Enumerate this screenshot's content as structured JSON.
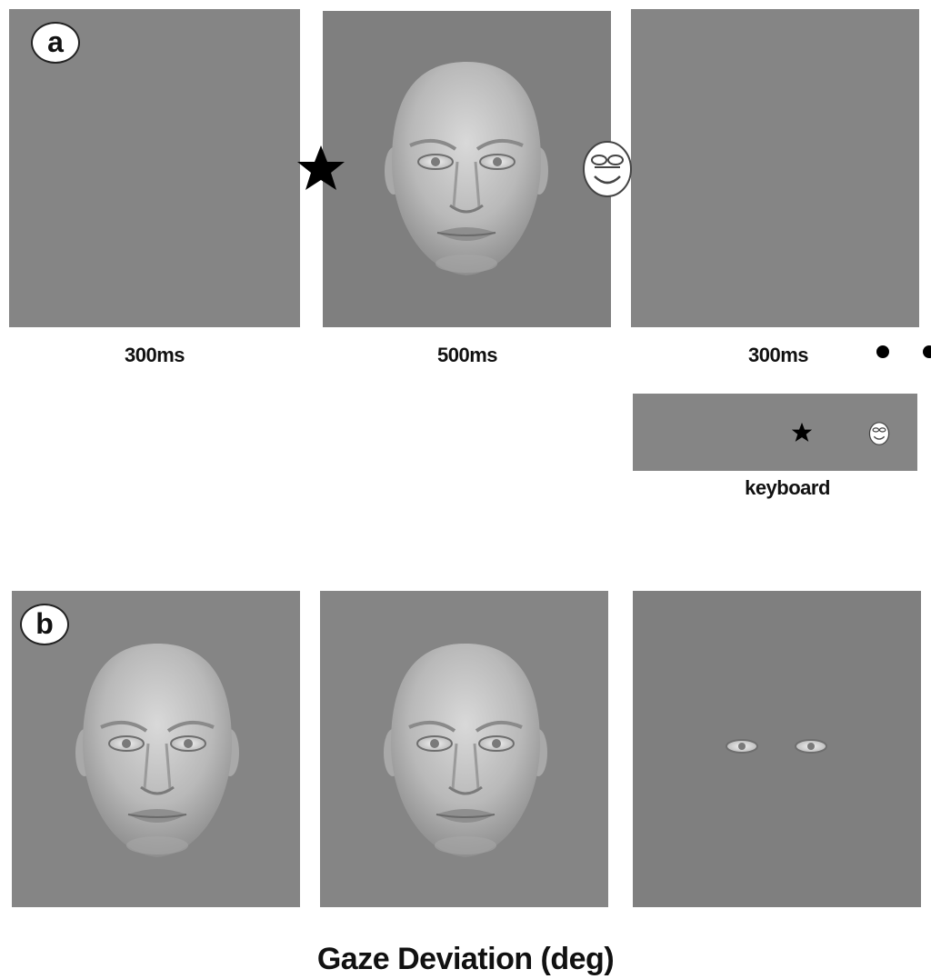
{
  "panel_a": {
    "badge": "a",
    "durations": [
      "300ms",
      "500ms",
      "300ms"
    ],
    "response_label": "keyboard"
  },
  "panel_b": {
    "badge": "b",
    "axis_title": "Gaze Deviation (deg)"
  },
  "icons": {
    "target_left": "star-icon",
    "target_right": "smiley-icon"
  },
  "colors": {
    "panel_gray": "#858585",
    "ink": "#111111",
    "face_fill": "#c4c4c4"
  }
}
